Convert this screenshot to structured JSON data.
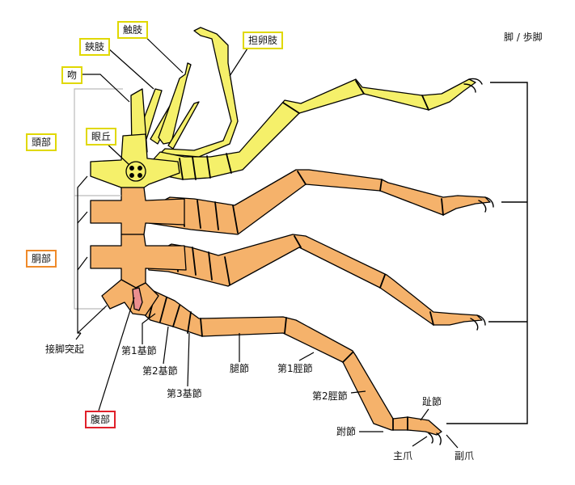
{
  "labels": {
    "mouth": "吻",
    "chelifore": "鋏肢",
    "palp": "触肢",
    "oviger": "担卵肢",
    "eye_tubercle": "眼丘",
    "head": "頭部",
    "trunk": "胴部",
    "abdomen": "腹部",
    "lateral_process": "接脚突起",
    "leg": "脚 / 歩脚",
    "coxa1": "第1基節",
    "coxa2": "第2基節",
    "coxa3": "第3基節",
    "femur": "腿節",
    "tibia1": "第1脛節",
    "tibia2": "第2脛節",
    "tarsus": "跗節",
    "propodus": "趾節",
    "main_claw": "主爪",
    "auxiliary_claw": "副爪"
  },
  "colors": {
    "head": "#f5f06a",
    "trunk": "#f5b26b",
    "abdomen": "#eb8f8f",
    "outline": "#000000",
    "head_box": "#e0d800",
    "trunk_box": "#ef8a2a",
    "abdomen_box": "#e0202a",
    "bracket": "#bbbbbb"
  }
}
